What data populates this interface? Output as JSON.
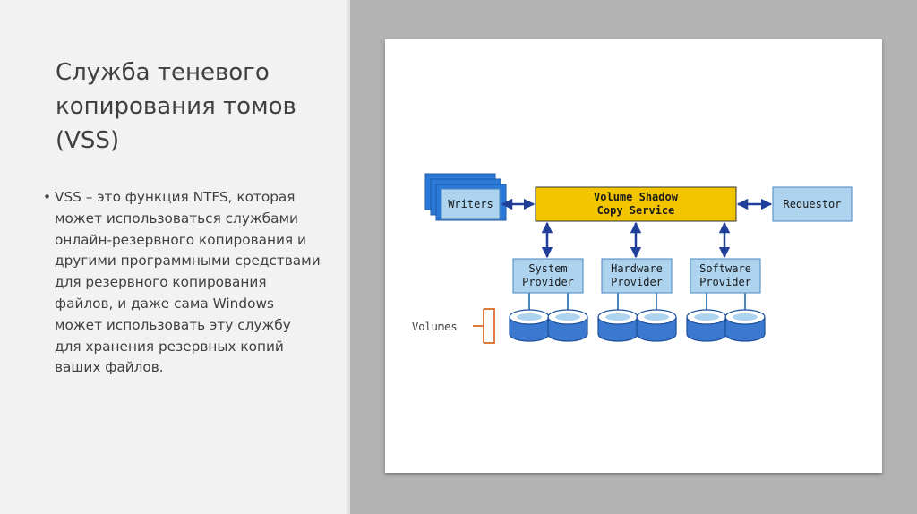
{
  "slide": {
    "title": "Служба теневого копирования томов (VSS)",
    "bullet_symbol": "•",
    "bullet_text": "VSS – это функция NTFS, которая может использоваться службами онлайн-резервного копирования и другими программными средствами для резервного копирования файлов, и даже сама Windows может использовать эту службу для хранения резервных копий ваших файлов."
  },
  "diagram": {
    "writers_label": "Writers",
    "service_label_line1": "Volume Shadow",
    "service_label_line2": "Copy Service",
    "requestor_label": "Requestor",
    "providers": [
      {
        "line1": "System",
        "line2": "Provider"
      },
      {
        "line1": "Hardware",
        "line2": "Provider"
      },
      {
        "line1": "Software",
        "line2": "Provider"
      }
    ],
    "volumes_label": "Volumes"
  },
  "colors": {
    "service_fill": "#f3c400",
    "box_fill": "#aed3ef",
    "box_border": "#4a86c0",
    "writers_fill": "#2b7ad9",
    "arrow": "#1f3f9a",
    "disk_top": "#ffffff",
    "disk_body": "#3b78d0",
    "bracket": "#e07b3a"
  }
}
